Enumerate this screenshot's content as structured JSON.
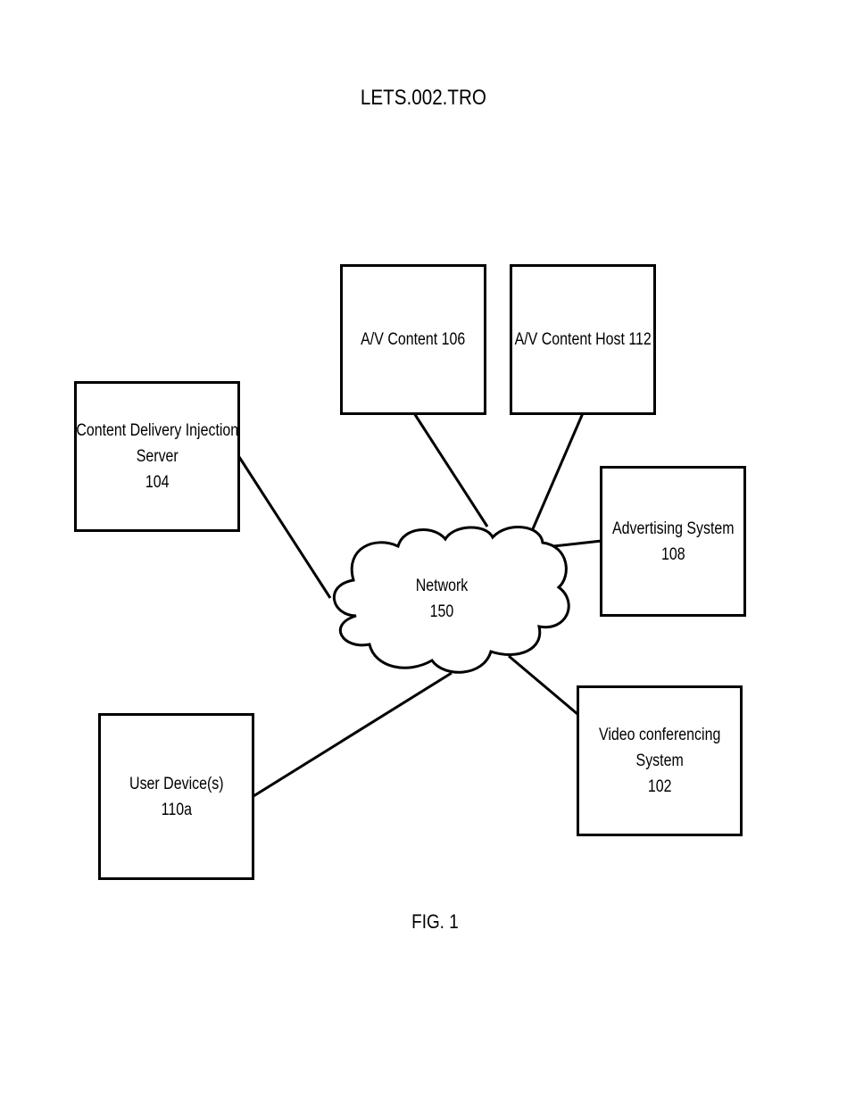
{
  "header": {
    "doc_id": "LETS.002.TRO"
  },
  "nodes": {
    "av_content": {
      "line1": "A/V Content 106"
    },
    "av_content_host": {
      "line1": "A/V Content Host 112"
    },
    "content_delivery_server": {
      "line1": "Content Delivery Injection",
      "line2": "Server",
      "line3": "104"
    },
    "advertising_system": {
      "line1": "Advertising System",
      "line2": "108"
    },
    "network": {
      "line1": "Network",
      "line2": "150"
    },
    "user_device": {
      "line1": "User Device(s)",
      "line2": "110a"
    },
    "video_conferencing": {
      "line1": "Video conferencing",
      "line2": "System",
      "line3": "102"
    }
  },
  "footer": {
    "caption": "FIG. 1"
  },
  "colors": {
    "stroke": "#000000",
    "fill": "#ffffff"
  }
}
